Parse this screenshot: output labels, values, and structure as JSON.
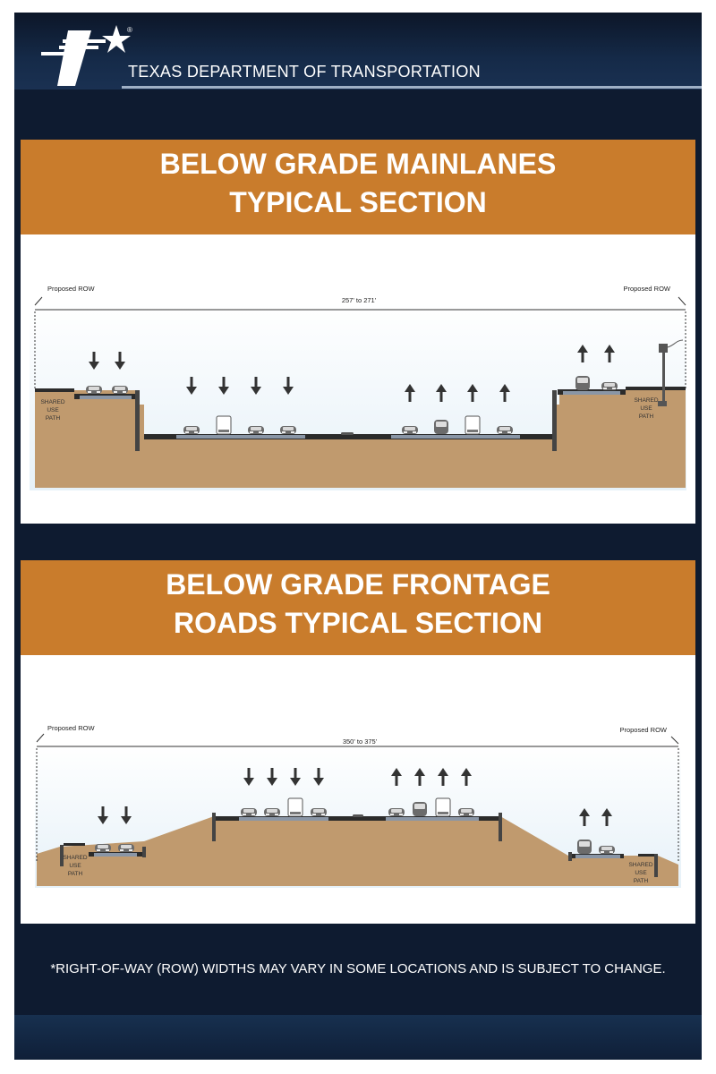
{
  "header": {
    "agency": "TEXAS DEPARTMENT OF TRANSPORTATION",
    "registered": "®"
  },
  "section1": {
    "title_line1": "BELOW GRADE MAINLANES",
    "title_line2": "TYPICAL SECTION",
    "row_left": "Proposed ROW",
    "row_right": "Proposed ROW",
    "width": "257' to 271'",
    "path_left": [
      "SHARED",
      "USE",
      "PATH"
    ],
    "path_right": [
      "SHARED",
      "USE",
      "PATH"
    ]
  },
  "section2": {
    "title_line1": "BELOW GRADE FRONTAGE",
    "title_line2": "ROADS TYPICAL SECTION",
    "row_left": "Proposed ROW",
    "row_right": "Proposed ROW",
    "width": "350' to 375'",
    "path_left": [
      "SHARED",
      "USE",
      "PATH"
    ],
    "path_right": [
      "SHARED",
      "USE",
      "PATH"
    ]
  },
  "footnote": "*RIGHT-OF-WAY (ROW) WIDTHS MAY VARY IN SOME LOCATIONS AND IS SUBJECT TO CHANGE.",
  "colors": {
    "banner": "#c97c2c",
    "background": "#0e1b30",
    "ground": "#c09a6e",
    "road": "#2b2b2b",
    "arrow": "#333333"
  }
}
